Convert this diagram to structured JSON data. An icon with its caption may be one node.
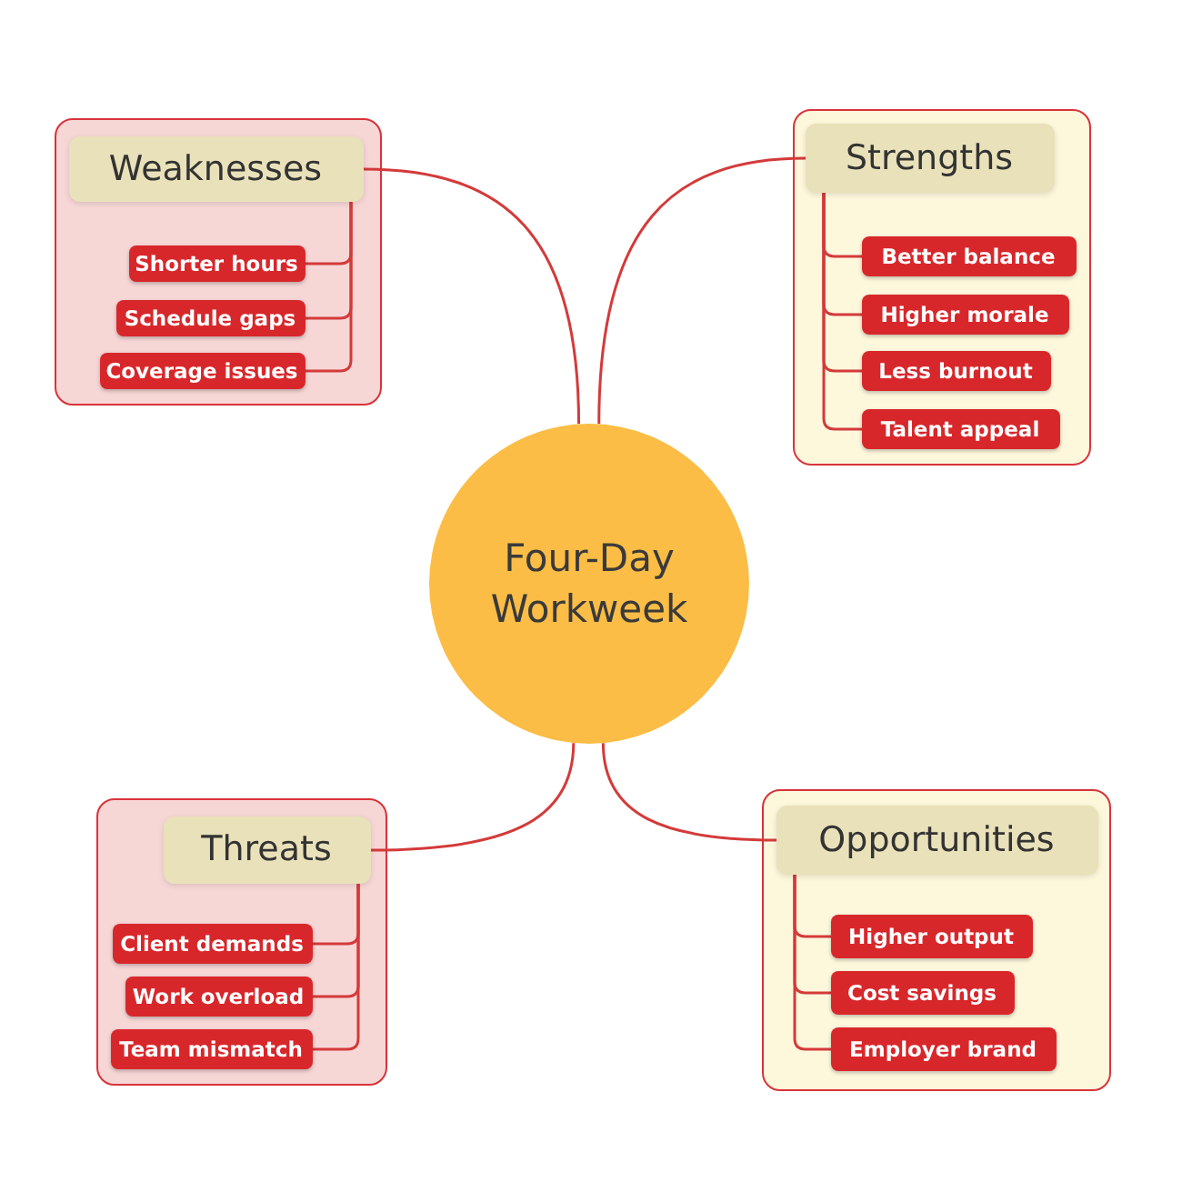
{
  "diagram": {
    "nodes": [
      {
        "text": [],
        "shape": "box"
      },
      {
        "text": [
          "Weaknesses"
        ],
        "in": 0
      },
      {
        "text": [
          "Shorter hours"
        ],
        "in": 0
      },
      {
        "text": [
          "Schedule gaps"
        ],
        "in": 0
      },
      {
        "text": [
          "Coverage issues"
        ],
        "in": 0
      },
      {
        "text": [],
        "shape": "box"
      },
      {
        "text": [
          "Strengths"
        ],
        "in": 5
      },
      {
        "text": [
          "Better balance"
        ],
        "in": 5
      },
      {
        "text": [
          "Higher morale"
        ],
        "in": 5
      },
      {
        "text": [
          "Less burnout"
        ],
        "in": 5
      },
      {
        "text": [
          "Talent appeal"
        ],
        "in": 5
      },
      {
        "text": [
          "Four-Day Workweek"
        ]
      },
      {
        "text": [],
        "shape": "box"
      },
      {
        "text": [
          "Threats"
        ],
        "in": 12
      },
      {
        "text": [
          "Client demands"
        ],
        "in": 12
      },
      {
        "text": [
          "Work overload"
        ],
        "in": 12
      },
      {
        "text": [
          "Team mismatch"
        ],
        "in": 12
      },
      {
        "text": [],
        "shape": "box"
      },
      {
        "text": [
          "Opportunities"
        ],
        "in": 17
      },
      {
        "text": [
          "Higher output"
        ],
        "in": 17
      },
      {
        "text": [
          "Cost savings"
        ],
        "in": 17
      },
      {
        "text": [
          "Employer brand"
        ],
        "in": 17
      }
    ],
    "edges": [
      {
        "from": 11,
        "to": 1,
        "arrow": "none"
      },
      {
        "from": 11,
        "to": 6,
        "arrow": "none"
      },
      {
        "from": 11,
        "to": 13,
        "arrow": "none"
      },
      {
        "from": 11,
        "to": 18,
        "arrow": "none"
      },
      {
        "from": 1,
        "to": 2,
        "arrow": "none"
      },
      {
        "from": 1,
        "to": 3,
        "arrow": "none"
      },
      {
        "from": 1,
        "to": 4,
        "arrow": "none"
      },
      {
        "from": 6,
        "to": 7,
        "arrow": "none"
      },
      {
        "from": 6,
        "to": 8,
        "arrow": "none"
      },
      {
        "from": 6,
        "to": 9,
        "arrow": "none"
      },
      {
        "from": 6,
        "to": 10,
        "arrow": "none"
      },
      {
        "from": 13,
        "to": 14,
        "arrow": "none"
      },
      {
        "from": 13,
        "to": 15,
        "arrow": "none"
      },
      {
        "from": 13,
        "to": 16,
        "arrow": "none"
      },
      {
        "from": 18,
        "to": 19,
        "arrow": "none"
      },
      {
        "from": 18,
        "to": 20,
        "arrow": "none"
      },
      {
        "from": 18,
        "to": 21,
        "arrow": "none"
      }
    ]
  }
}
